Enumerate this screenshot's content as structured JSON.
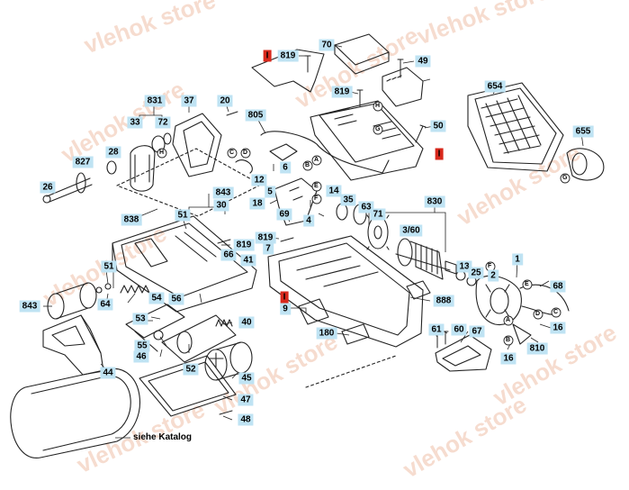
{
  "watermark": "vlehok store",
  "note": "siehe Katalog",
  "marker": "I",
  "parts": [
    "819",
    "70",
    "819",
    "49",
    "819",
    "654",
    "831",
    "37",
    "20",
    "805",
    "50",
    "72",
    "33",
    "655",
    "28",
    "827",
    "26",
    "843",
    "30",
    "12",
    "18",
    "69",
    "14",
    "35",
    "63",
    "71",
    "830",
    "838",
    "51",
    "819",
    "3/60",
    "7",
    "66",
    "41",
    "13",
    "25",
    "2",
    "68",
    "819",
    "51",
    "843",
    "64",
    "54",
    "56",
    "53",
    "40",
    "55",
    "52",
    "46",
    "45",
    "9",
    "888",
    "61",
    "60",
    "67",
    "180",
    "1",
    "16",
    "810",
    "44",
    "16",
    "47",
    "48",
    "5",
    "4",
    "6"
  ],
  "letters": [
    "C",
    "D",
    "B",
    "A",
    "E",
    "F",
    "G",
    "H",
    "F",
    "E",
    "A",
    "B",
    "C",
    "D",
    "H",
    "G"
  ],
  "icons": {
    "screw": "screw-icon",
    "plug": "plug-icon"
  },
  "colors": {
    "label_bg": "#bfe3f3",
    "marker_bg": "#d8281c",
    "watermark": "#f6dccf",
    "line": "#222222"
  }
}
